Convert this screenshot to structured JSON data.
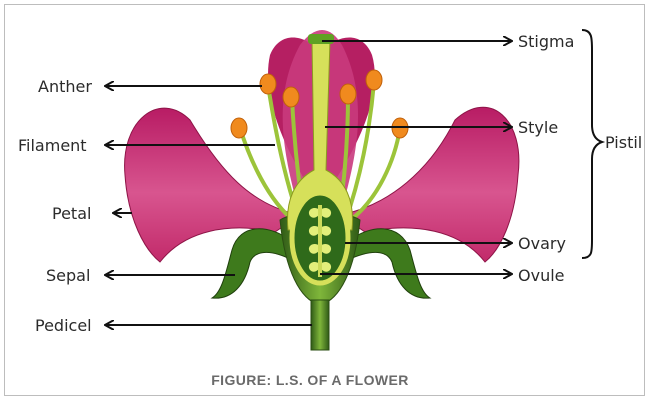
{
  "labels": {
    "stigma": "Stigma",
    "anther": "Anther",
    "style": "Style",
    "filament": "Filament",
    "pistil": "Pistil",
    "petal": "Petal",
    "ovary": "Ovary",
    "sepal": "Sepal",
    "ovule": "Ovule",
    "pedicel": "Pedicel"
  },
  "caption": "FIGURE: L.S. OF A FLOWER",
  "colors": {
    "petal": "#c8246e",
    "petal_light": "#e06aa8",
    "green": "#5e9a26",
    "dark_green": "#2f5a16",
    "pistil_yellow": "#d6e05a",
    "anther": "#f08a1e"
  }
}
